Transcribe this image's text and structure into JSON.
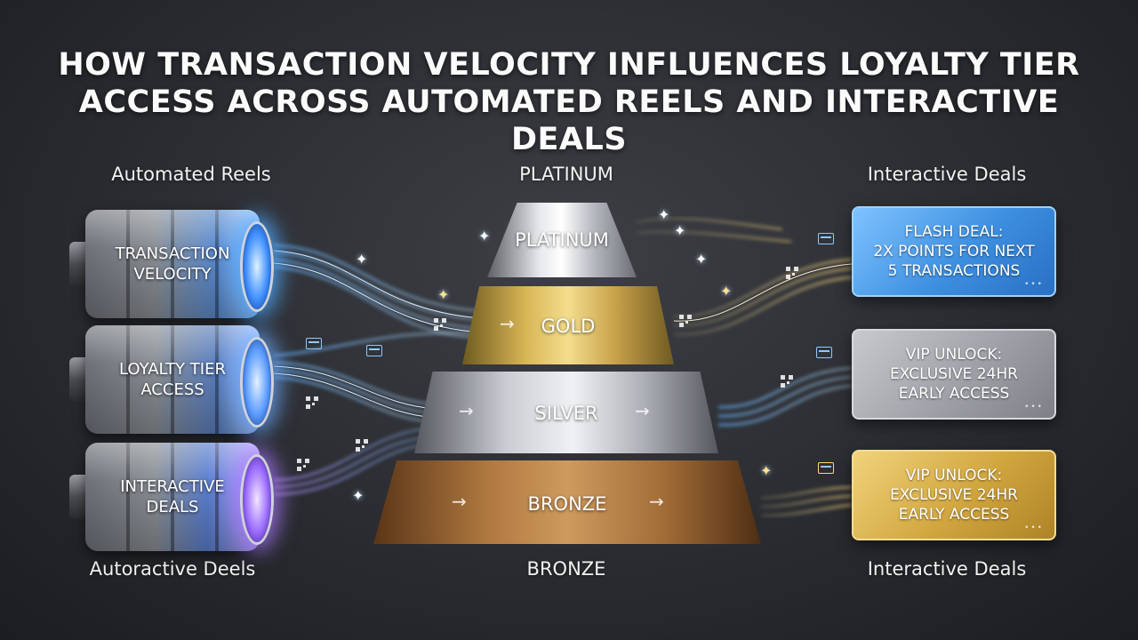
{
  "title": {
    "line1": "HOW TRANSACTION VELOCITY INFLUENCES LOYALTY TIER",
    "line2": "ACCESS ACROSS AUTOMATED REELS AND INTERACTIVE DEALS"
  },
  "labels": {
    "left_top": "Automated Reels",
    "center_top": "PLATINUM",
    "right_top": "Interactive Deals",
    "left_bottom": "Autoractive Deels",
    "center_bottom": "BRONZE",
    "right_bottom": "Interactive Deals"
  },
  "reels": [
    {
      "line1": "TRANSACTION",
      "line2": "VELOCITY",
      "glow": "#3f8fff"
    },
    {
      "line1": "LOYALTY TIER",
      "line2": "ACCESS",
      "glow": "#5a9bff"
    },
    {
      "line1": "INTERACTIVE",
      "line2": "DEALS",
      "glow": "#9b6bff"
    }
  ],
  "tiers": [
    {
      "name": "PLATINUM",
      "color": "#e6e8ec"
    },
    {
      "name": "GOLD",
      "color": "#d8b656"
    },
    {
      "name": "SILVER",
      "color": "#c9ccd2"
    },
    {
      "name": "BRONZE",
      "color": "#b07940"
    }
  ],
  "deals": [
    {
      "line1": "FLASH DEAL:",
      "line2": "2X POINTS FOR NEXT",
      "line3": "5 TRANSACTIONS",
      "color": "#3d8fe0"
    },
    {
      "line1": "VIP UNLOCK:",
      "line2": "EXCLUSIVE 24HR",
      "line3": "EARLY ACCESS",
      "color": "#9ea1a7"
    },
    {
      "line1": "VIP UNLOCK:",
      "line2": "EXCLUSIVE 24HR",
      "line3": "EARLY ACCESS",
      "color": "#d1a63f"
    }
  ],
  "icons": {
    "arrow": "arrow-right-icon",
    "card": "credit-card-icon",
    "qr": "qr-code-icon",
    "sparkle": "sparkle-icon",
    "deal_dots": "•••"
  }
}
